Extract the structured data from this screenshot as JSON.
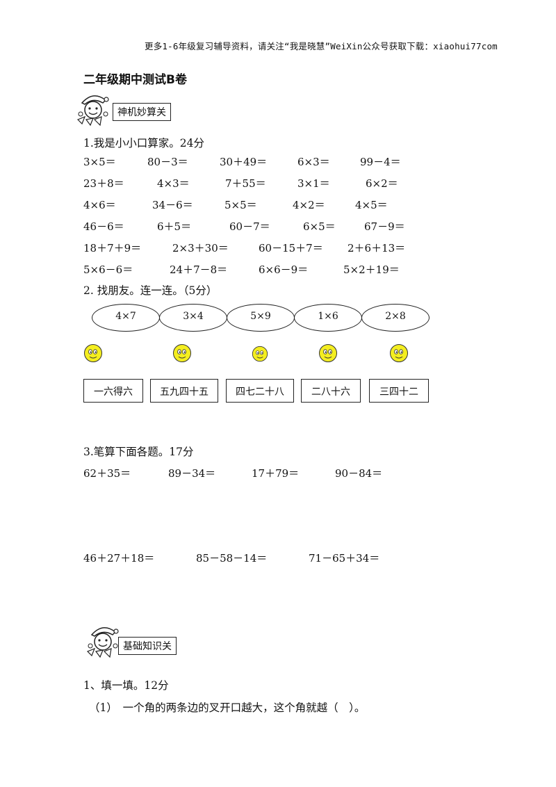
{
  "header_note": "更多1-6年级复习辅导资料，请关注“我是晓慧”WeiXin公众号获取下载：xiaohui77com",
  "title": "二年级期中测试B卷",
  "banners": {
    "first": "神机妙算关",
    "second": "基础知识关"
  },
  "section1": {
    "heading": "1.我是小小口算家。24分",
    "rows": [
      [
        "3×5＝",
        "80－3＝",
        "30＋49＝",
        "6×3＝",
        "99－4＝"
      ],
      [
        "23＋8＝",
        "4×3＝",
        "7＋55＝",
        "3×1＝",
        "6×2＝"
      ],
      [
        "4×6＝",
        "34－6＝",
        "5×5＝",
        "4×2＝",
        "4×5＝"
      ],
      [
        "46－6＝",
        "6＋5＝",
        "60－7＝",
        "6×5＝",
        "67－9＝"
      ],
      [
        "18＋7＋9＝",
        "2×3＋30＝",
        "60－15＋7＝",
        "2＋6＋13＝"
      ],
      [
        "5×6－6＝",
        "24＋7－8＝",
        "6×6－9＝",
        "5×2＋19＝"
      ]
    ]
  },
  "section2": {
    "heading": "2. 找朋友。连一连。（5分）",
    "ovals": [
      "4×7",
      "3×4",
      "5×9",
      "1×6",
      "2×8"
    ],
    "cards": [
      "一六得六",
      "五九四十五",
      "四七二十八",
      "二八十六",
      "三四十二"
    ]
  },
  "section3": {
    "heading": "3.笔算下面各题。17分",
    "row1": [
      "62＋35＝",
      "89－34＝",
      "17＋79＝",
      "90－84＝"
    ],
    "row2": [
      "46＋27＋18＝",
      "85－58－14＝",
      "71－65＋34＝"
    ]
  },
  "section4": {
    "heading": "1、填一填。12分",
    "item1": "（1）　一个角的两条边的叉开口越大，这个角就越（　）。"
  }
}
